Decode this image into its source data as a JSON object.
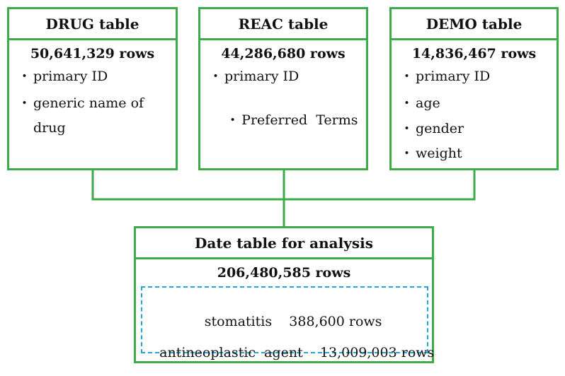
{
  "tables": {
    "drug": {
      "title": "DRUG table",
      "rows": "50,641,329 rows",
      "fields": [
        "primary ID",
        "generic name of",
        "drug"
      ],
      "bullet": "・"
    },
    "reac": {
      "title": "REAC table",
      "rows": "44,286,680 rows",
      "fields": [
        "primary ID",
        "Preferred  Terms"
      ],
      "bullet": "・"
    },
    "demo": {
      "title": "DEMO table",
      "rows": "14,836,467 rows",
      "fields": [
        "primary ID",
        "age",
        "gender",
        "weight"
      ],
      "bullet": "・"
    }
  },
  "result": {
    "title": "Date table for analysis",
    "rows": "206,480,585 rows",
    "subsets": [
      {
        "name": "stomatitis",
        "count": "388,600 rows"
      },
      {
        "name": "antineoplastic  agent",
        "count": "13,009,003 rows"
      }
    ]
  },
  "colors": {
    "box_border": "#3dab4a",
    "dashed_border": "#1ea7d8"
  }
}
